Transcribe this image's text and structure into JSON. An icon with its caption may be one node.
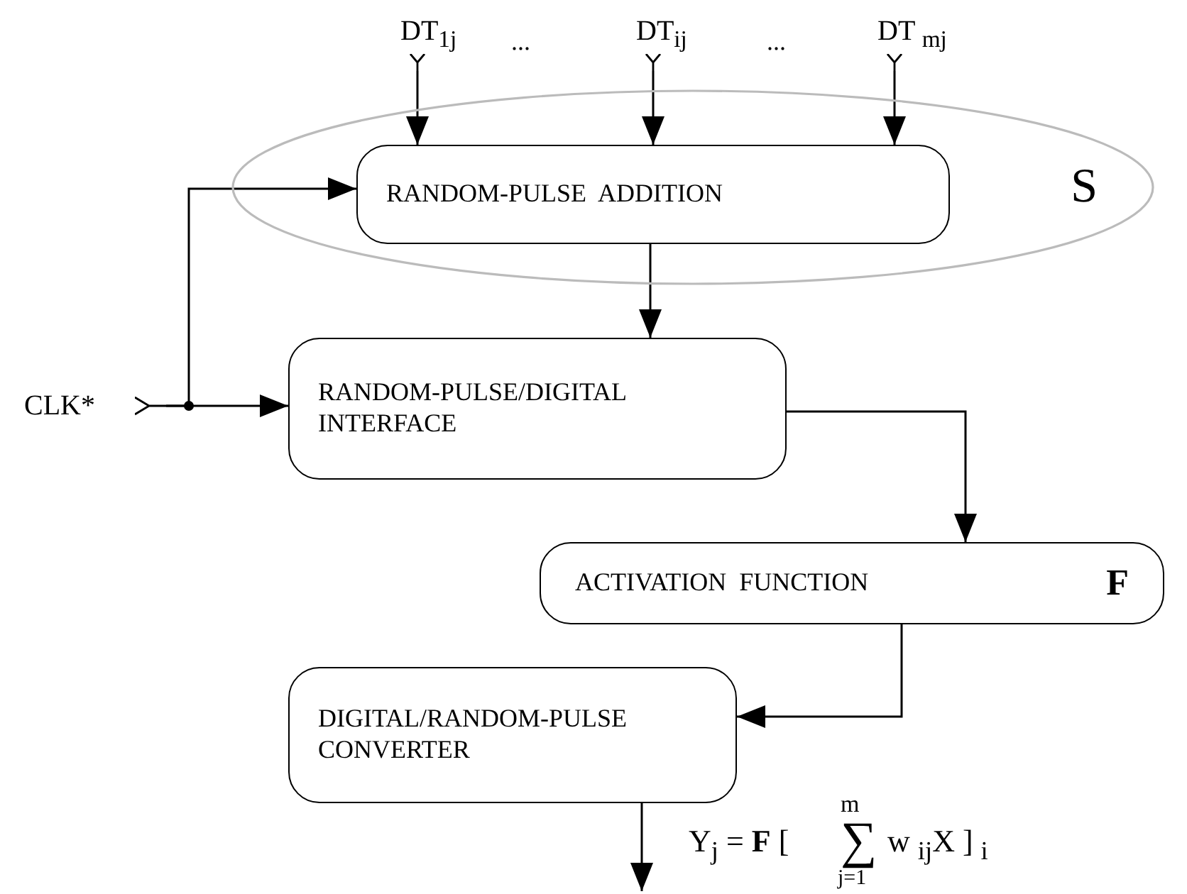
{
  "diagram": {
    "nodes": [
      {
        "text": [
          "S"
        ]
      },
      {
        "text": [
          "RANDOM-PULSE  ADDITION"
        ],
        "in": 0
      },
      {
        "text": [
          "RANDOM-PULSE/DIGITAL INTERFACE"
        ]
      },
      {
        "text": [
          "ACTIVATION  FUNCTION",
          "F"
        ]
      },
      {
        "text": [
          "DIGITAL/RANDOM-PULSE CONVERTER"
        ]
      },
      {
        "text": [
          "DT$_{1j}$"
        ]
      },
      {
        "text": [
          "DT$_{ij}$"
        ]
      },
      {
        "text": [
          "DT $_{mj}$"
        ]
      },
      {
        "text": [
          "CLK*"
        ]
      }
    ],
    "edges": [
      {
        "from": 5,
        "to": 1,
        "arrow": "to"
      },
      {
        "from": 6,
        "to": 1,
        "arrow": "to"
      },
      {
        "from": 7,
        "to": 1,
        "arrow": "to"
      },
      {
        "from": 8,
        "to": 1,
        "arrow": "to"
      },
      {
        "from": 8,
        "to": 2,
        "arrow": "to"
      },
      {
        "from": 1,
        "to": 2,
        "arrow": "to"
      },
      {
        "from": 2,
        "to": 3,
        "arrow": "to"
      },
      {
        "from": 3,
        "to": 4,
        "arrow": "to"
      },
      {
        "from": 4,
        "to": null,
        "arrow": "to"
      }
    ],
    "labels": [
      "...",
      "...",
      "Y$_{j}$ = **F** [",
      "m",
      "∑",
      "j=1",
      "w $_{ij}$X ] $_{i}$"
    ]
  }
}
